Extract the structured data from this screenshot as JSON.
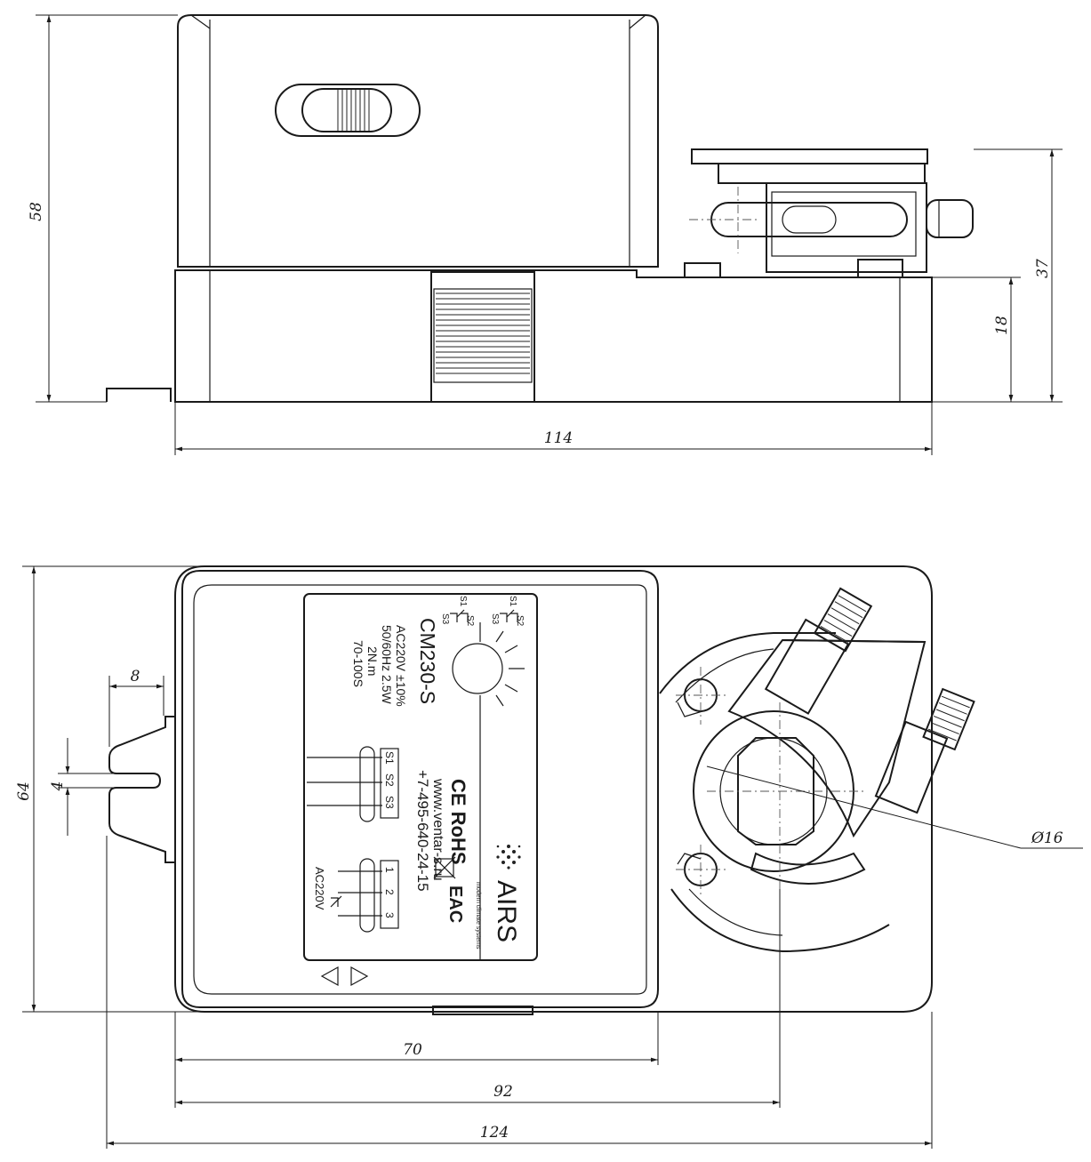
{
  "dimensions": {
    "height_total": "58",
    "height_right": "37",
    "height_base": "18",
    "width_total_side": "114",
    "width_total_top": "124",
    "width_92": "92",
    "width_70": "70",
    "height_top": "64",
    "tab_width": "8",
    "slot_width": "4",
    "shaft_diameter": "Ø16"
  },
  "label": {
    "model": "CM230-S",
    "voltage": "AC220V ±10%",
    "power": "50/60Hz 2.5W",
    "torque": "2N.m",
    "time": "70-100S",
    "terminals_s": [
      "S1",
      "S2",
      "S3"
    ],
    "terminals_n": [
      "1",
      "2",
      "3"
    ],
    "ac_label": "AC220V",
    "certs": "CE RoHS",
    "eac": "EAC",
    "website": "www.ventar-s.ru",
    "phone": "+7-495-640-24-15",
    "brand": "AIRS",
    "brand_tagline": "modern climate systems",
    "switch_s1": "S1",
    "switch_s2": "S2",
    "switch_s3": "S3"
  }
}
